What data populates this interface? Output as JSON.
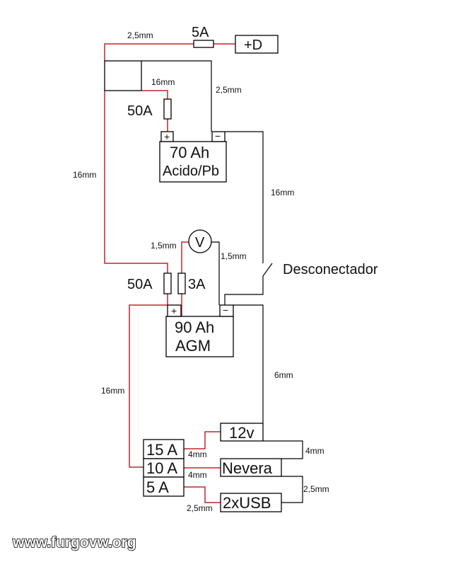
{
  "labels": {
    "fuse_5a_top": "5A",
    "plus_d": "+D",
    "fuse_50a_1": "50A",
    "battery1_line1": "70 Ah",
    "battery1_line2": "Acido/Pb",
    "fuse_50a_2": "50A",
    "fuse_3a": "3A",
    "voltmeter": "V",
    "disconnector": "Desconectador",
    "battery2_line1": "90 Ah",
    "battery2_line2": "AGM",
    "out_12v": "12v",
    "fuse_15a": "15 A",
    "fuse_10a": "10 A",
    "fuse_5a_bottom": "5 A",
    "nevera": "Nevera",
    "usb": "2xUSB",
    "plus_sign": "+",
    "minus_sign": "−"
  },
  "wire_sizes": {
    "w_25_top": "2,5mm",
    "w_16_top": "16mm",
    "w_25_right": "2,5mm",
    "w_16_left": "16mm",
    "w_16_right": "16mm",
    "w_15_left": "1,5mm",
    "w_15_right": "1,5mm",
    "w_16_lower": "16mm",
    "w_6": "6mm",
    "w_4_right": "4mm",
    "w_4_a": "4mm",
    "w_4_b": "4mm",
    "w_25_usb_right": "2,5mm",
    "w_25_usb_left": "2,5mm"
  },
  "watermark": "www.furgovw.org",
  "colors": {
    "positive_wire": "#c0272d",
    "negative_wire": "#000000"
  }
}
